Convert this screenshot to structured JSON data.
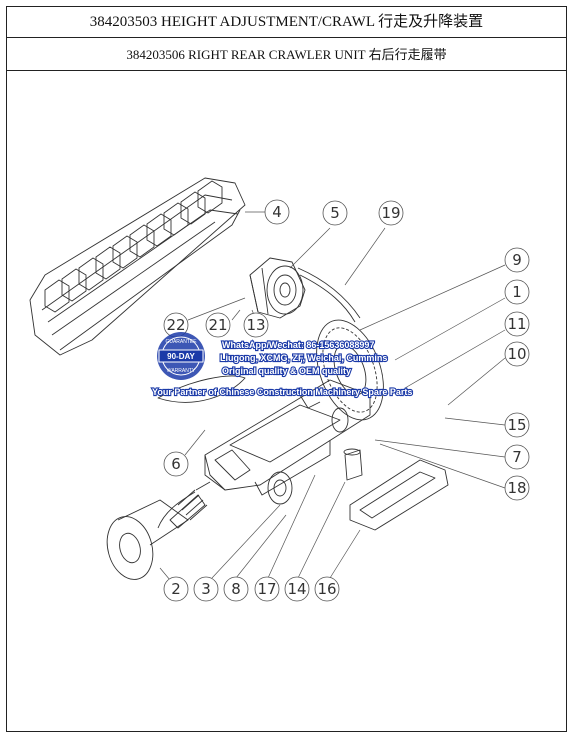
{
  "header": {
    "title": "384203503 HEIGHT ADJUSTMENT/CRAWL 行走及升降装置",
    "subtitle": "384203506 RIGHT REAR CRAWLER UNIT 右后行走履带"
  },
  "callouts": [
    {
      "id": "c4",
      "label": "4"
    },
    {
      "id": "c5",
      "label": "5"
    },
    {
      "id": "c19",
      "label": "19"
    },
    {
      "id": "c9",
      "label": "9"
    },
    {
      "id": "c1",
      "label": "1"
    },
    {
      "id": "c11",
      "label": "11"
    },
    {
      "id": "c10",
      "label": "10"
    },
    {
      "id": "c22",
      "label": "22"
    },
    {
      "id": "c21",
      "label": "21"
    },
    {
      "id": "c13",
      "label": "13"
    },
    {
      "id": "c15",
      "label": "15"
    },
    {
      "id": "c7",
      "label": "7"
    },
    {
      "id": "c18",
      "label": "18"
    },
    {
      "id": "c6",
      "label": "6"
    },
    {
      "id": "c2",
      "label": "2"
    },
    {
      "id": "c3",
      "label": "3"
    },
    {
      "id": "c8",
      "label": "8"
    },
    {
      "id": "c17",
      "label": "17"
    },
    {
      "id": "c14",
      "label": "14"
    },
    {
      "id": "c16",
      "label": "16"
    }
  ],
  "watermark": {
    "seal_top": "GUARANTEE",
    "seal_mid": "90-DAY",
    "seal_bottom": "WARRANTY",
    "line1": "WhatsApp/Wechat: 86-15636088997",
    "line2": "Liugong, XCMG, ZF, Weichai, Cummins",
    "line3": "Original quality & OEM quality",
    "line4": "Your Partner of Chinese Construction Machinery Spare Parts"
  },
  "colors": {
    "line": "#333333",
    "callout": "#555555",
    "watermark": "#1b3aa8"
  }
}
